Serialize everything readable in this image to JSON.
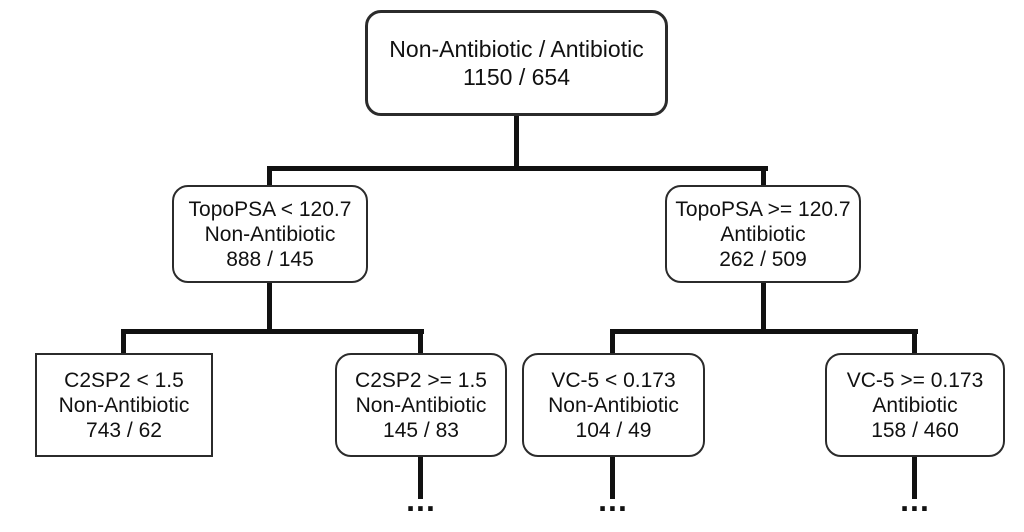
{
  "tree": {
    "root": {
      "label": "Non-Antibiotic / Antibiotic",
      "counts": "1150 / 654"
    },
    "level1": [
      {
        "condition": "TopoPSA < 120.7",
        "category": "Non-Antibiotic",
        "counts": "888 / 145"
      },
      {
        "condition": "TopoPSA >= 120.7",
        "category": "Antibiotic",
        "counts": "262 / 509"
      }
    ],
    "level2": [
      {
        "condition": "C2SP2 < 1.5",
        "category": "Non-Antibiotic",
        "counts": "743 / 62",
        "shape": "square",
        "continues": false
      },
      {
        "condition": "C2SP2 >= 1.5",
        "category": "Non-Antibiotic",
        "counts": "145 / 83",
        "shape": "rounded",
        "continues": true
      },
      {
        "condition": "VC-5 < 0.173",
        "category": "Non-Antibiotic",
        "counts": "104 / 49",
        "shape": "rounded",
        "continues": true
      },
      {
        "condition": "VC-5 >= 0.173",
        "category": "Antibiotic",
        "counts": "158 / 460",
        "shape": "rounded",
        "continues": true
      }
    ],
    "ellipsis": "...",
    "colors": {
      "border": "#2b2b2b",
      "connector": "#111111",
      "text": "#111111",
      "background": "#ffffff"
    }
  }
}
